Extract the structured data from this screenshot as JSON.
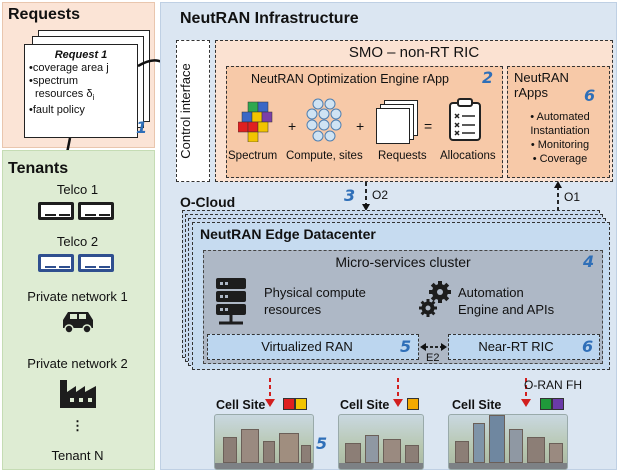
{
  "requests": {
    "title": "Requests",
    "request_title": "Request 1",
    "items": [
      "•coverage area j",
      "•spectrum",
      "resources δ",
      "•fault policy"
    ],
    "number": "1"
  },
  "tenants": {
    "title": "Tenants",
    "items": [
      "Telco 1",
      "Telco 2",
      "Private network 1",
      "Private network 2",
      "⋮",
      "Tenant N"
    ]
  },
  "infra": {
    "title": "NeutRAN Infrastructure",
    "control_interface": "Control interface",
    "smo_title": "SMO – non-RT RIC",
    "optimization_engine": "NeutRAN Optimization Engine rApp",
    "oe_number": "2",
    "labels": {
      "spectrum": "Spectrum",
      "compute": "Compute, sites",
      "requests": "Requests",
      "allocations": "Allocations",
      "plus": "+",
      "equals": "="
    },
    "rapps": {
      "title_line1": "NeutRAN",
      "title_line2": "rApps",
      "number": "6",
      "items": [
        "• Automated",
        "Instantiation",
        "• Monitoring",
        "• Coverage"
      ]
    },
    "o2_label": "O2",
    "o2_number": "3",
    "o1_label": "O1",
    "ocloud": "O-Cloud",
    "edge_title": "NeutRAN Edge Datacenter",
    "micro_title": "Micro-services cluster",
    "micro_number": "4",
    "physical_compute": [
      "Physical compute",
      "resources"
    ],
    "automation": [
      "Automation",
      "Engine and APIs"
    ],
    "vran": "Virtualized RAN",
    "vran_number": "5",
    "e2_label": "E2",
    "near_rt_ric": "Near-RT RIC",
    "ric_number": "6",
    "oran_fh": "O-RAN FH",
    "cell_site": "Cell Site",
    "cells_number": "5"
  },
  "colors": {
    "accent_number": "#2f6fb8",
    "red": "#e02020",
    "yellow": "#f2c400",
    "orange": "#f2a900",
    "green": "#1f9a3a",
    "purple": "#6a3aa8"
  }
}
